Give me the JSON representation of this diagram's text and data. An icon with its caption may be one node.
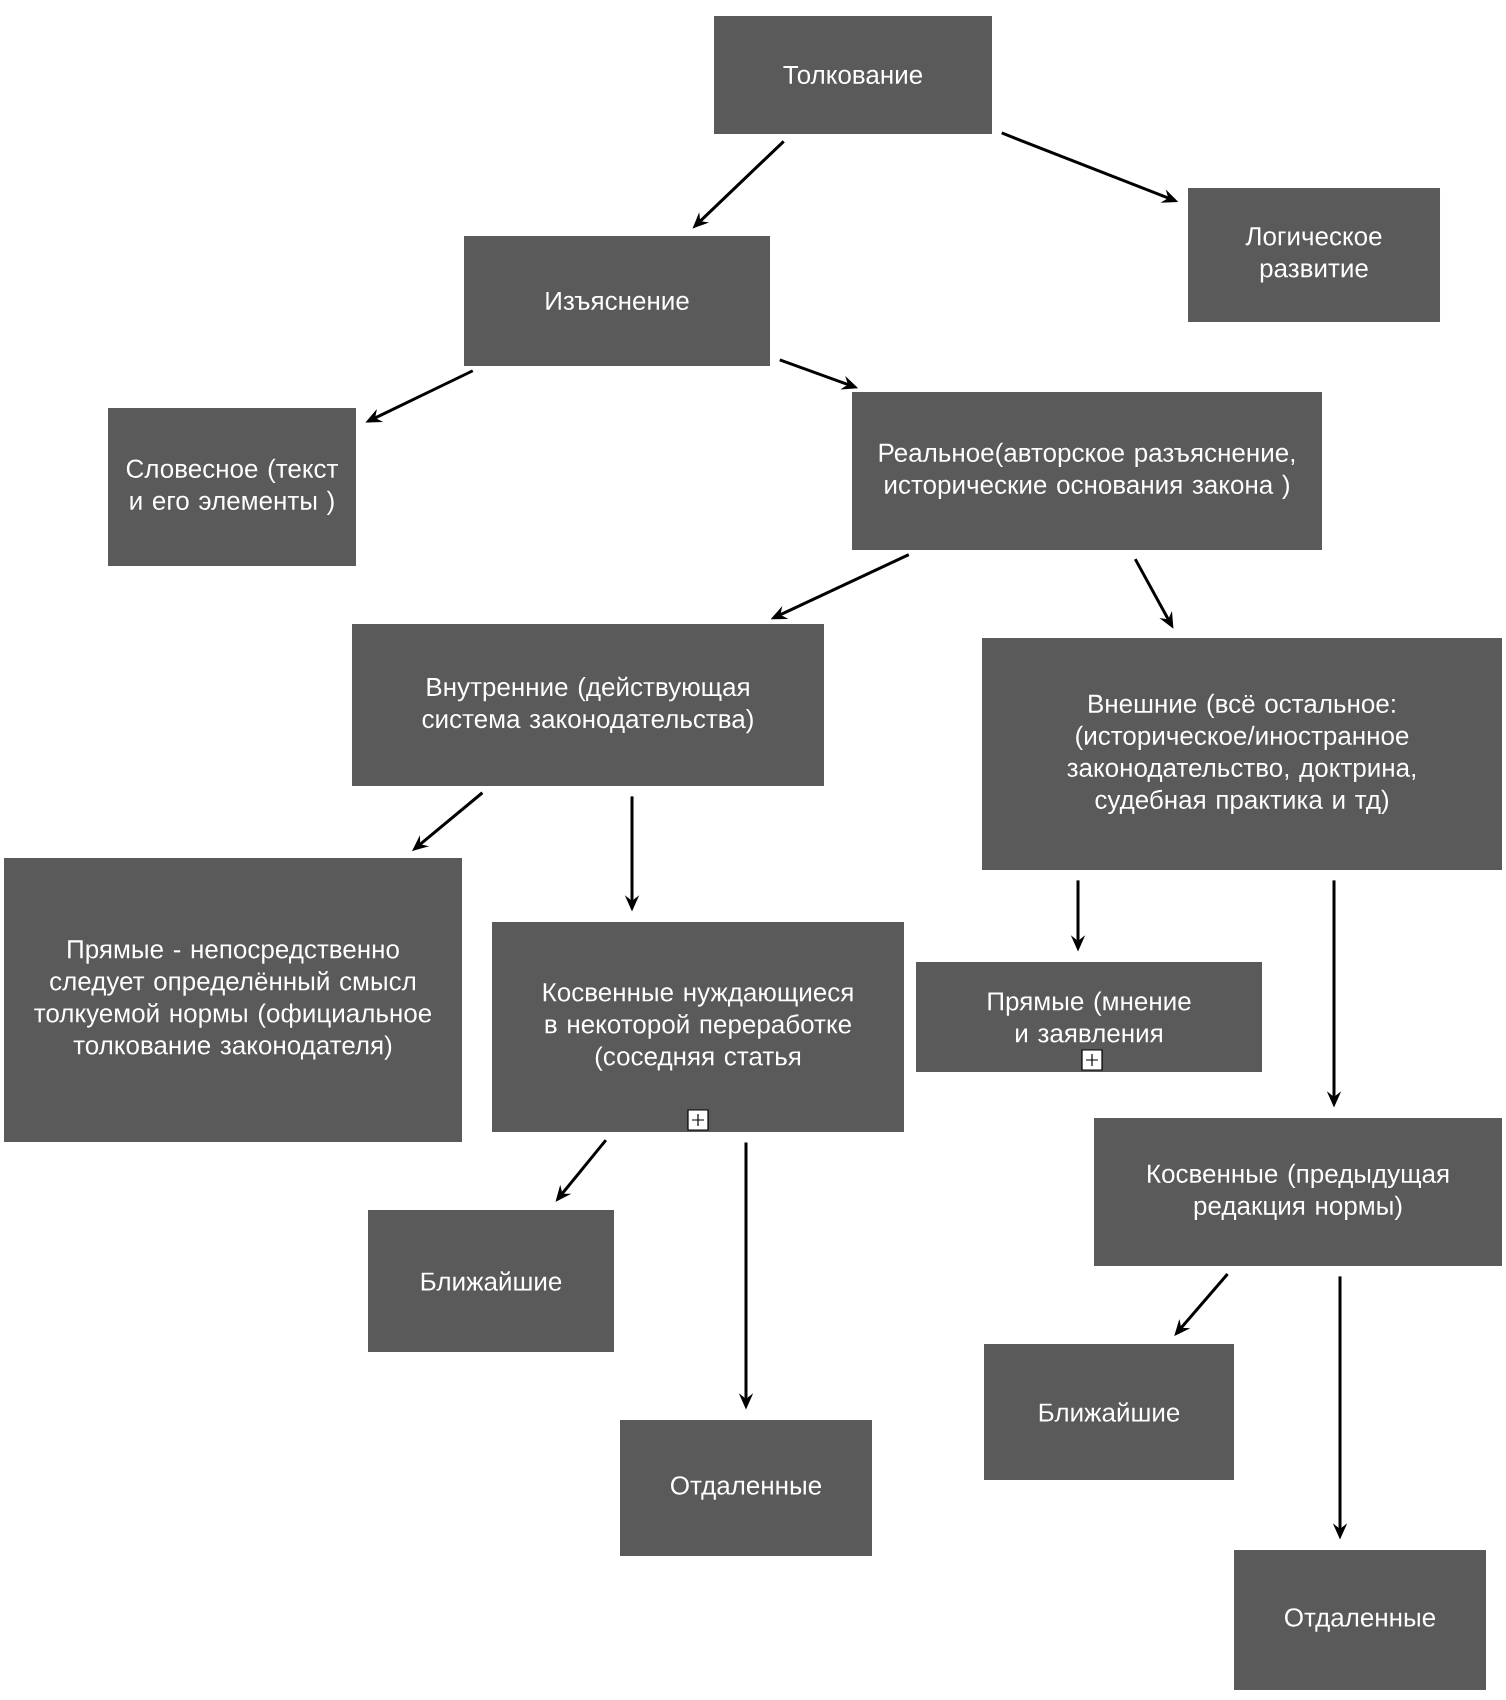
{
  "diagram": {
    "nodes": [
      {
        "text": [
          "Толкование"
        ]
      },
      {
        "text": [
          "Логическое развитие"
        ]
      },
      {
        "text": [
          "Изъяснение"
        ]
      },
      {
        "text": [
          "Словесное (текст и его элементы )"
        ]
      },
      {
        "text": [
          "Реальное(авторское разъяснение, исторические основания закона )"
        ]
      },
      {
        "text": [
          "Внутренние (действующая система законодательства)"
        ]
      },
      {
        "text": [
          "Внешние (всё остальное: (историческое/иностранное законодательство, доктрина, судебная практика и тд)"
        ]
      },
      {
        "text": [
          "Прямые - непосредственно следует определённый смысл толкуемой нормы (официальное толкование законодателя)"
        ]
      },
      {
        "text": [
          "Косвенные нуждающиеся в некоторой переработке (соседняя статья"
        ]
      },
      {
        "text": [
          "Прямые  (мнение и заявления"
        ]
      },
      {
        "text": [
          "Косвенные (предыдущая редакция нормы)"
        ]
      },
      {
        "text": [
          "Ближайшие"
        ]
      },
      {
        "text": [
          "Отдаленные"
        ]
      },
      {
        "text": [
          "Ближайшие"
        ]
      },
      {
        "text": [
          "Отдаленные"
        ]
      }
    ],
    "edges": [
      {
        "from": 0,
        "to": 2,
        "arrow": "to"
      },
      {
        "from": 0,
        "to": 1,
        "arrow": "to"
      },
      {
        "from": 2,
        "to": 3,
        "arrow": "to"
      },
      {
        "from": 2,
        "to": 4,
        "arrow": "to"
      },
      {
        "from": 4,
        "to": 5,
        "arrow": "to"
      },
      {
        "from": 4,
        "to": 6,
        "arrow": "to"
      },
      {
        "from": 5,
        "to": 7,
        "arrow": "to"
      },
      {
        "from": 5,
        "to": 8,
        "arrow": "to"
      },
      {
        "from": 8,
        "to": 11,
        "arrow": "to"
      },
      {
        "from": 8,
        "to": 12,
        "arrow": "to"
      },
      {
        "from": 6,
        "to": 9,
        "arrow": "to"
      },
      {
        "from": 6,
        "to": 10,
        "arrow": "to"
      },
      {
        "from": 10,
        "to": 13,
        "arrow": "to"
      },
      {
        "from": 10,
        "to": 14,
        "arrow": "to"
      }
    ]
  }
}
